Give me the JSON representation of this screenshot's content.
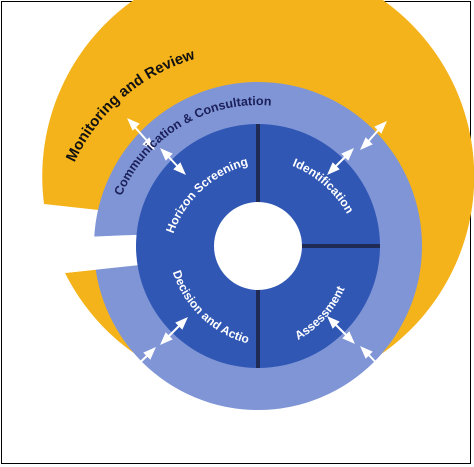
{
  "diagram": {
    "outer_ring": {
      "label": "Monitoring and Review",
      "color": "#F5B31B"
    },
    "middle_ring": {
      "label": "Communication & Consultation",
      "color": "#7F95D6"
    },
    "inner_ring": {
      "color": "#3157B5",
      "divider_color": "#1F2B55",
      "quadrants": [
        {
          "label": "Horizon Screening"
        },
        {
          "label": "Identification"
        },
        {
          "label": "Assessment"
        },
        {
          "label": "Decision and Action"
        }
      ]
    },
    "hub_color": "#FFFFFF",
    "arrow_icon": "double-arrow-icon",
    "arrow_color": "#FFFFFF"
  }
}
